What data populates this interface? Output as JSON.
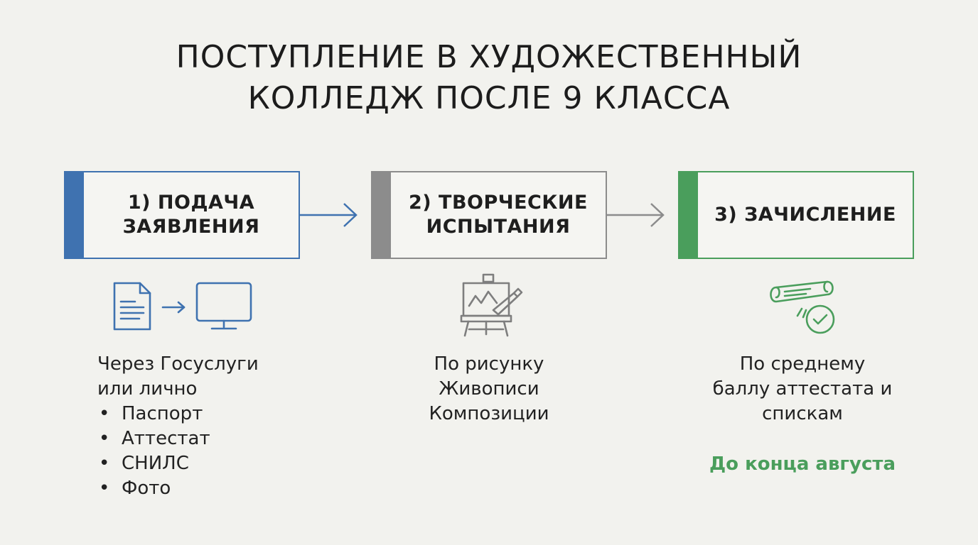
{
  "title": {
    "line1": "ПОСТУПЛЕНИЕ В ХУДОЖЕСТВЕННЫЙ",
    "line2": "КОЛЛЕДЖ ПОСЛЕ 9 КЛАССА"
  },
  "colors": {
    "step1": "#3f72b0",
    "step2": "#8c8c8c",
    "step3": "#4a9e5c",
    "background": "#f2f2ee"
  },
  "steps": [
    {
      "label_line1": "1) ПОДАЧА",
      "label_line2": "ЗАЯВЛЕНИЯ",
      "icon": "document-to-computer-icon",
      "desc_line1": "Через Госуслуги",
      "desc_line2": "или лично",
      "documents": [
        "Паспорт",
        "Аттестат",
        "СНИЛС",
        "Фото"
      ]
    },
    {
      "label_line1": "2) ТВОРЧЕСКИЕ",
      "label_line2": "ИСПЫТАНИЯ",
      "icon": "easel-brush-icon",
      "desc_lines": [
        "По рисунку",
        "Живописи",
        "Композиции"
      ]
    },
    {
      "label_line1": "3) ЗАЧИСЛЕНИЕ",
      "icon": "diploma-check-icon",
      "desc_lines": [
        "По среднему",
        "баллу аттестата и",
        "спискам"
      ],
      "deadline": "До конца августа"
    }
  ]
}
